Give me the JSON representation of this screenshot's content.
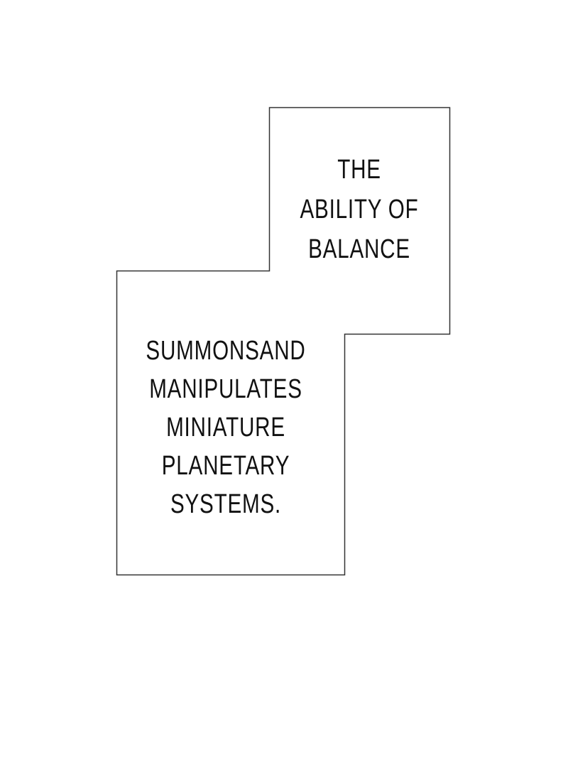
{
  "panel": {
    "top_caption": [
      "THE",
      "ABILITY OF",
      "BALANCE"
    ],
    "bottom_caption": [
      "SUMMONSAND",
      "MANIPULATES",
      "MINIATURE",
      "PLANETARY",
      "SYSTEMS."
    ]
  },
  "colors": {
    "background": "#ffffff",
    "border": "#333333",
    "text": "#111111"
  }
}
